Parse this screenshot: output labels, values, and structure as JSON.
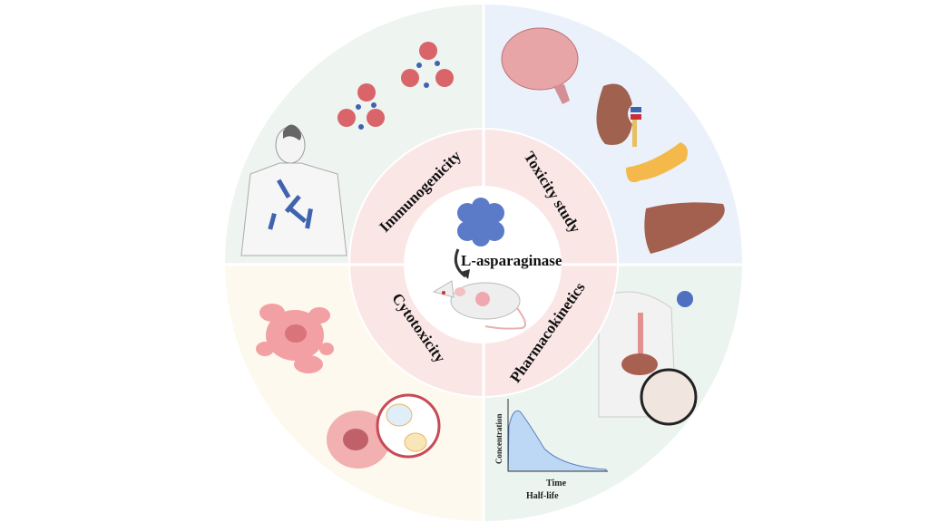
{
  "center": {
    "label": "L-asparaginase"
  },
  "quadrants": [
    {
      "label": "Immunogenicity",
      "color": "#eef4ef"
    },
    {
      "label": "Toxicity study",
      "color": "#eaf1fa"
    },
    {
      "label": "Cytotoxicity",
      "color": "#fdf9ee"
    },
    {
      "label": "Pharmacokinetics",
      "color": "#ebf4ef"
    }
  ],
  "ring_color": "#fbe6e6",
  "pk_chart": {
    "ylabel": "Concentration",
    "xlabel": "Time",
    "caption": "Half-life"
  }
}
